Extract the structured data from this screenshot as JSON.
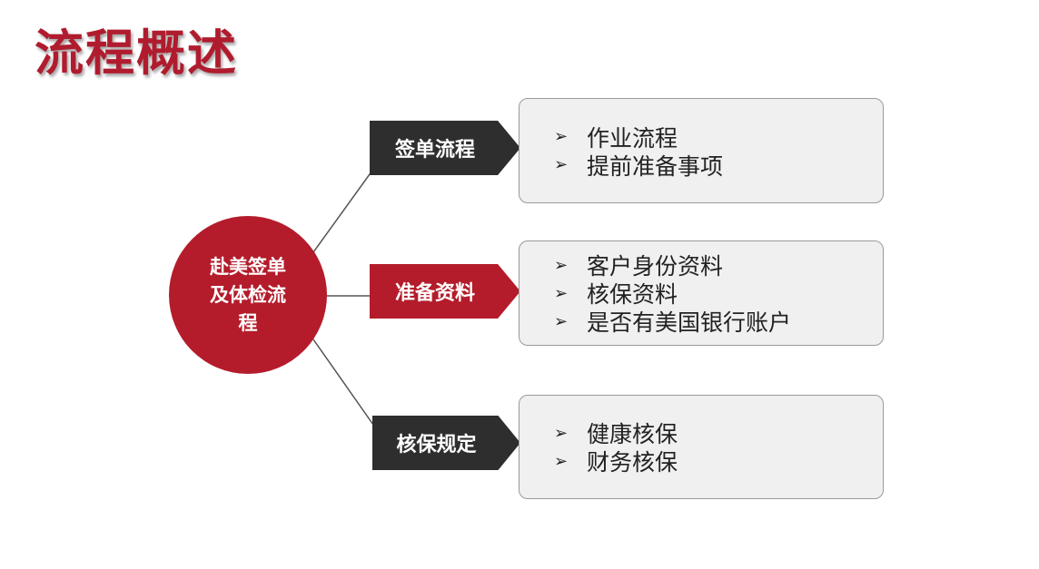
{
  "title": "流程概述",
  "hub": {
    "text": "赴美签单及体检流程"
  },
  "branches": [
    {
      "label": "签单流程",
      "style": "dark",
      "items": [
        "作业流程",
        "提前准备事项"
      ]
    },
    {
      "label": "准备资料",
      "style": "red",
      "items": [
        "客户身份资料",
        "核保资料",
        "是否有美国银行账户"
      ]
    },
    {
      "label": "核保规定",
      "style": "dark",
      "items": [
        "健康核保",
        "财务核保"
      ]
    }
  ],
  "colors": {
    "accent": "#b41c2b",
    "dark": "#2e2e2e",
    "box_bg": "#f0f0f0"
  },
  "bullet_icon": "arrow-bullet-icon"
}
